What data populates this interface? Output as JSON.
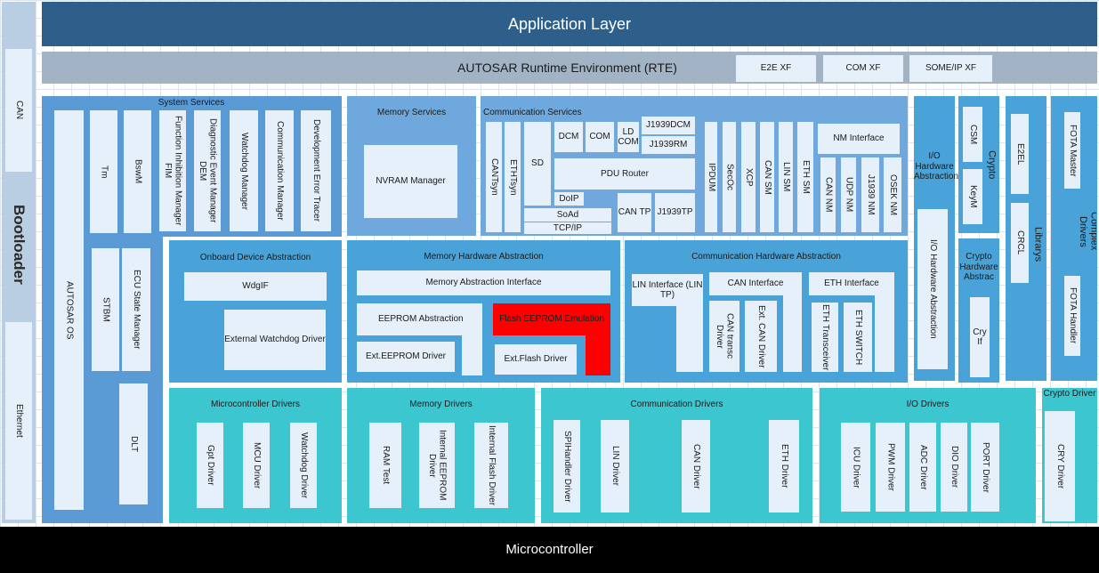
{
  "application_layer": "Application Layer",
  "rte": {
    "title": "AUTOSAR Runtime Environment (RTE)",
    "e2e_xf": "E2E XF",
    "com_xf": "COM XF",
    "someip_xf": "SOME/IP XF"
  },
  "bootloader": {
    "title": "Bootloader",
    "can": "CAN",
    "ethernet": "Ethernet"
  },
  "microcontroller": "Microcontroller",
  "system_services": {
    "title": "System Services",
    "autosar_os": "AUTOSAR  OS",
    "tm": "Tm",
    "bswm": "BswM",
    "fim": "Function Inhibition Manager FIM",
    "dem": "Diagnostic Event Manager DEM",
    "watchdog_manager": "Watchdog Manager",
    "communication_manager": "Communication Manager",
    "det": "Development Error Tracer",
    "stbm": "STBM",
    "ecu_state_manager": "ECU State Manager",
    "dlt": "DLT"
  },
  "memory_services": {
    "title": "Memory Services",
    "nvram": "NVRAM Manager"
  },
  "communication_services": {
    "title": "Communication Services",
    "cantsyn": "CANTsyn",
    "ethtsyn": "ETHTsyn",
    "sd": "SD",
    "dcm": "DCM",
    "com": "COM",
    "ldcom": "LD COM",
    "j1939dcm": "J1939DCM",
    "j1939rm": "J1939RM",
    "pdu_router": "PDU Router",
    "doip": "DoIP",
    "soad": "SoAd",
    "tcpip": "TCP/IP",
    "cantp": "CAN TP",
    "j1939tp": "J1939TP",
    "ipdum": "IPDUM",
    "secoc": "SecOc",
    "xcp": "XCP",
    "cansm": "CAN SM",
    "linsm": "LIN SM",
    "ethsm": "ETH SM",
    "nm_interface": "NM Interface",
    "cannm": "CAN NM",
    "udpnm": "UDP NM",
    "j1939nm": "J1939 NM",
    "osek_nm": "OSEK  NM"
  },
  "io_hw_abstraction": {
    "title": "I/O Hardware Abstraction",
    "inner": "I/O Hardware Abstraction"
  },
  "crypto": {
    "title": "Crypto",
    "csm": "CSM",
    "keym": "KeyM"
  },
  "crypto_hw_abstraction": {
    "title": "Crypto Hardware Abstrac",
    "cryif": "Cry If"
  },
  "libraries": {
    "title": "Librarys",
    "e2el": "E2EL",
    "crcl": "CRCL"
  },
  "complex_drivers": {
    "title": "Complex Drivers",
    "fota_master": "FOTA Master",
    "fota_handler": "FOTA Handler"
  },
  "onboard_device_abstraction": {
    "title": "Onboard Device Abstraction",
    "wdgif": "WdgIF",
    "ext_watchdog": "External Watchdog Driver"
  },
  "memory_hw_abstraction": {
    "title": "Memory Hardware Abstraction",
    "mai": "Memory Abstraction Interface",
    "eeprom_abs": "EEPROM Abstraction",
    "flash_eeprom_emu": "Flash EEPROM Emulation",
    "ext_eeprom": "Ext.EEPROM Driver",
    "ext_flash": "Ext.Flash Driver"
  },
  "comm_hw_abstraction": {
    "title": "Communication Hardware Abstraction",
    "lin_interface": "LIN Interface (LIN TP)",
    "can_interface": "CAN Interface",
    "eth_interface": "ETH Interface",
    "can_transc": "CAN transc Driver",
    "ext_can": "Ext. CAN Driver",
    "eth_transceiver": "ETH Transceiver",
    "eth_switch": "ETH SWITCH"
  },
  "microcontroller_drivers": {
    "title": "Microcontroller Drivers",
    "gpt": "Gpt Driver",
    "mcu": "MCU Driver",
    "watchdog": "Watchdog Driver"
  },
  "memory_drivers": {
    "title": "Memory Drivers",
    "ram_test": "RAM Test",
    "internal_eeprom": "Internal EEPROM Driver",
    "internal_flash": "Internal Flash Driver"
  },
  "communication_drivers": {
    "title": "Communication Drivers",
    "spi": "SPIHandler Driver",
    "lin": "LIN Driver",
    "can": "CAN Driver",
    "eth": "ETH Driver"
  },
  "io_drivers": {
    "title": "I/O Drivers",
    "icu": "ICU Driver",
    "pwm": "PWM Driver",
    "adc": "ADC  Driver",
    "dio": "DIO Driver",
    "port": "PORT  Driver"
  },
  "crypto_driver": {
    "title": "Crypto Driver",
    "cry": "CRY Driver"
  },
  "colors": {
    "application_layer": "#2e5e8a",
    "rte": "#a3b3c6",
    "microcontroller": "#000000",
    "highlight": "#ff0000"
  }
}
